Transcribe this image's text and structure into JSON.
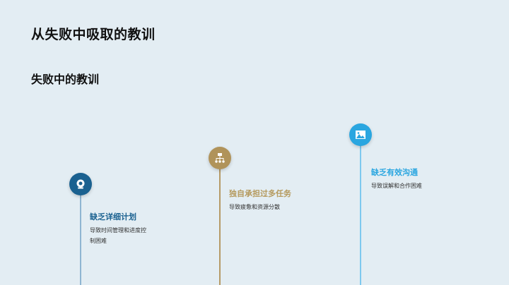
{
  "slide": {
    "title": "从失败中吸取的教训",
    "subtitle": "失败中的教训"
  },
  "timeline": [
    {
      "icon": "webcam-icon",
      "color": "#1a6190",
      "line_color": "#8fb5d2",
      "heading": "缺乏详细计划",
      "description": "导致时间管理和进度控制困难"
    },
    {
      "icon": "sitemap-icon",
      "color": "#b0935a",
      "line_color": "#b59a66",
      "heading": "独自承担过多任务",
      "description": "导致疲惫和资源分散"
    },
    {
      "icon": "image-icon",
      "color": "#2aa6e0",
      "line_color": "#7ec8ee",
      "heading": "缺乏有效沟通",
      "description": "导致误解和合作困难"
    }
  ]
}
